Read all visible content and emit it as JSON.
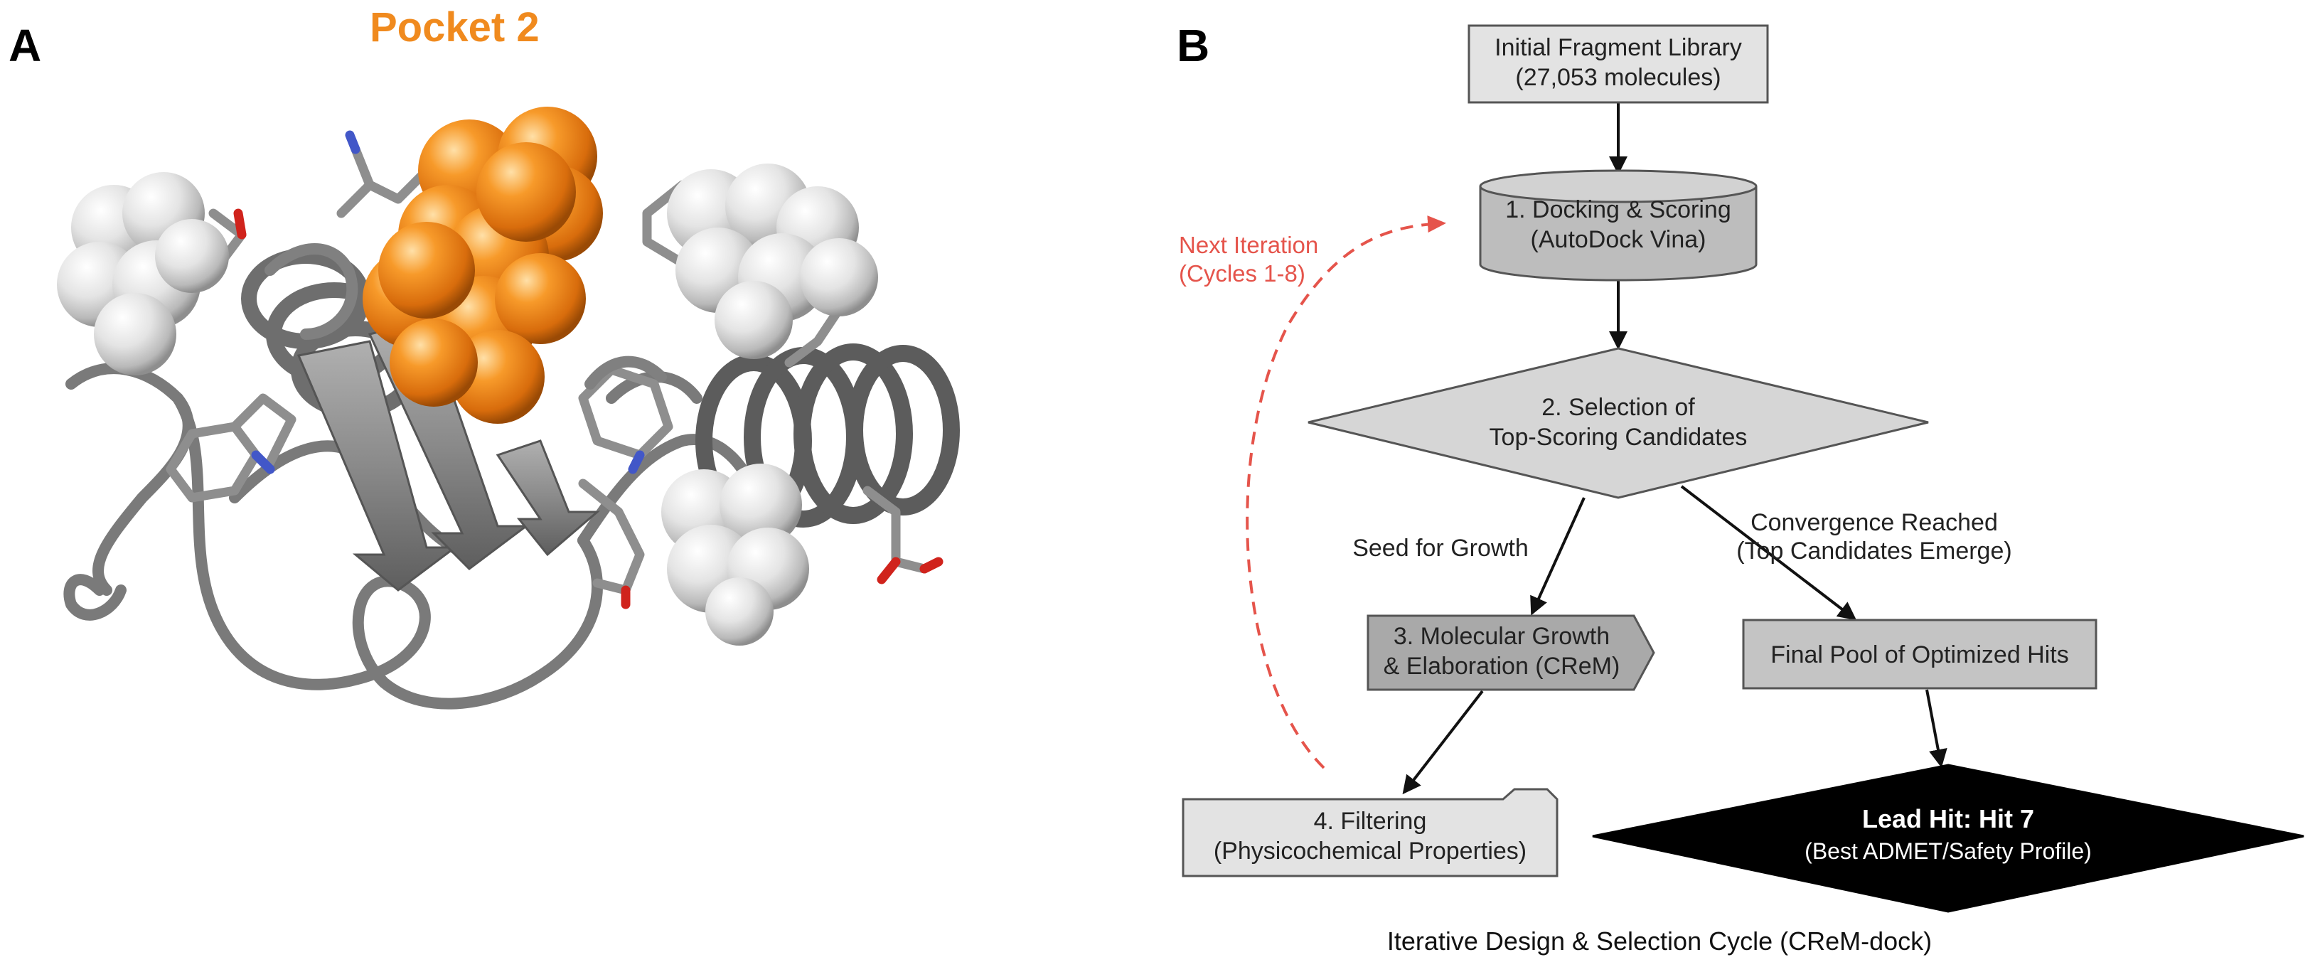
{
  "panel_a": {
    "label": "A",
    "pocket_label": "Pocket 2",
    "colors": {
      "pocket": "#F08A1E",
      "protein": "#8C8C8C",
      "spheres": "#E6E6E6"
    }
  },
  "panel_b": {
    "label": "B",
    "nodes": {
      "library": {
        "line1": "Initial Fragment Library",
        "line2": "(27,053 molecules)"
      },
      "docking": {
        "line1": "1. Docking & Scoring",
        "line2": "(AutoDock Vina)"
      },
      "selection": {
        "line1": "2. Selection of",
        "line2": "Top-Scoring Candidates"
      },
      "growth": {
        "line1": "3. Molecular Growth",
        "line2": "& Elaboration (CReM)"
      },
      "filtering": {
        "line1": "4. Filtering",
        "line2": "(Physicochemical Properties)"
      },
      "final_pool": {
        "line1": "Final Pool of Optimized Hits"
      },
      "lead": {
        "title": "Lead Hit: Hit 7",
        "subtitle": "(Best ADMET/Safety Profile)"
      }
    },
    "edges": {
      "seed": "Seed for Growth",
      "convergence_line1": "Convergence Reached",
      "convergence_line2": "(Top Candidates Emerge)",
      "iteration_line1": "Next Iteration",
      "iteration_line2": "(Cycles 1-8)"
    },
    "caption": "Iterative Design & Selection Cycle (CReM-dock)",
    "colors": {
      "light_fill": "#E3E3E3",
      "mid_fill": "#C4C4C4",
      "dark_fill": "#A9A9A9",
      "lead_fill": "#000000",
      "iteration_arrow": "#E5544B"
    }
  }
}
